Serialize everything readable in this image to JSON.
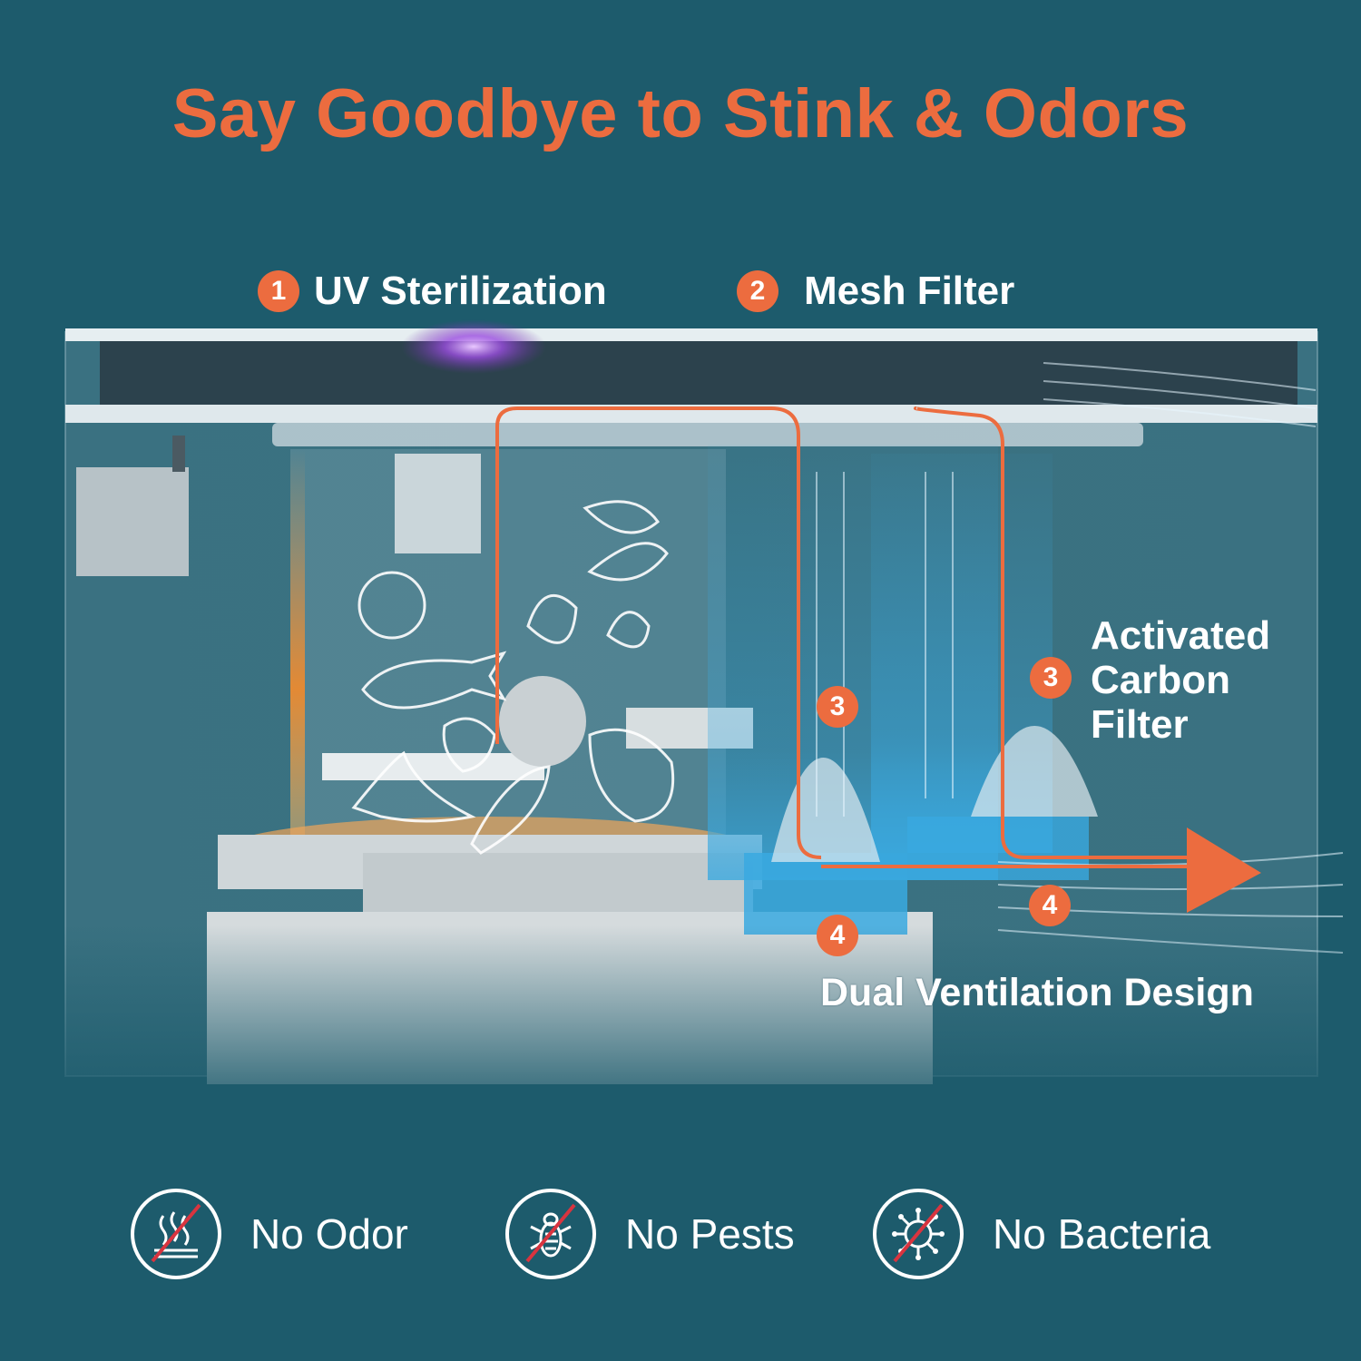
{
  "title": "Say Goodbye to Stink & Odors",
  "callouts": {
    "uv": {
      "num": "1",
      "label": "UV Sterilization"
    },
    "mesh": {
      "num": "2",
      "label": "Mesh Filter"
    },
    "carbon": {
      "num": "3",
      "lines": [
        "Activated",
        "Carbon",
        "Filter"
      ]
    },
    "carbon_marker": "3",
    "carbon_marker_2": "3",
    "vent_marker_left": "4",
    "vent_marker_right": "4",
    "dual": "Dual Ventilation Design"
  },
  "features": [
    {
      "label": "No Odor",
      "icon": "no-odor-icon"
    },
    {
      "label": "No Pests",
      "icon": "no-pests-icon"
    },
    {
      "label": "No Bacteria",
      "icon": "no-bacteria-icon"
    }
  ],
  "colors": {
    "background": "#1d5b6c",
    "accent": "#ec6c3f",
    "text": "#ffffff",
    "filter_blue": "#3aa9e0"
  }
}
